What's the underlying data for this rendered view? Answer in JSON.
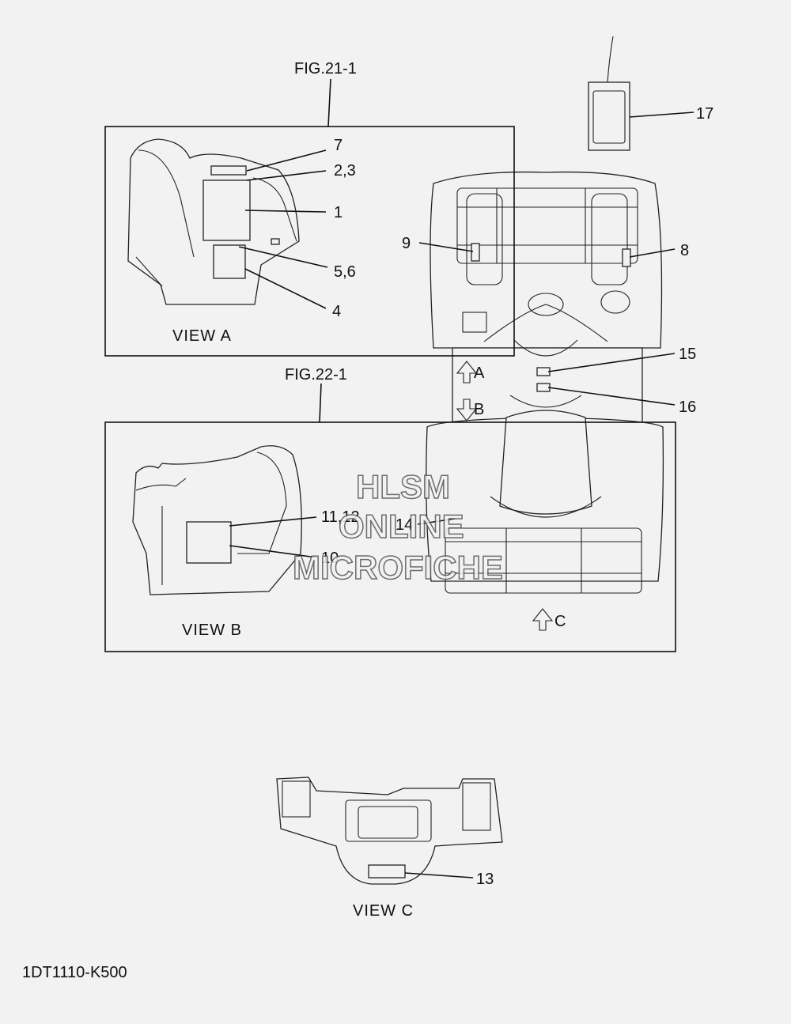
{
  "figures": {
    "fig_a": "FIG.21-1",
    "fig_b": "FIG.22-1"
  },
  "views": {
    "a": "VIEW A",
    "b": "VIEW B",
    "c": "VIEW C"
  },
  "arrows": {
    "a": "A",
    "b": "B",
    "c": "C"
  },
  "callouts": {
    "c1": "1",
    "c23": "2,3",
    "c4": "4",
    "c56": "5,6",
    "c7": "7",
    "c8": "8",
    "c9": "9",
    "c10": "10",
    "c1112": "11,12",
    "c13": "13",
    "c14": "14",
    "c15": "15",
    "c16": "16",
    "c17": "17"
  },
  "watermark": {
    "line1": "HLSM",
    "line2": "ONLINE",
    "line3": "MICROFICHE"
  },
  "doc_code": "1DT1110-K500"
}
